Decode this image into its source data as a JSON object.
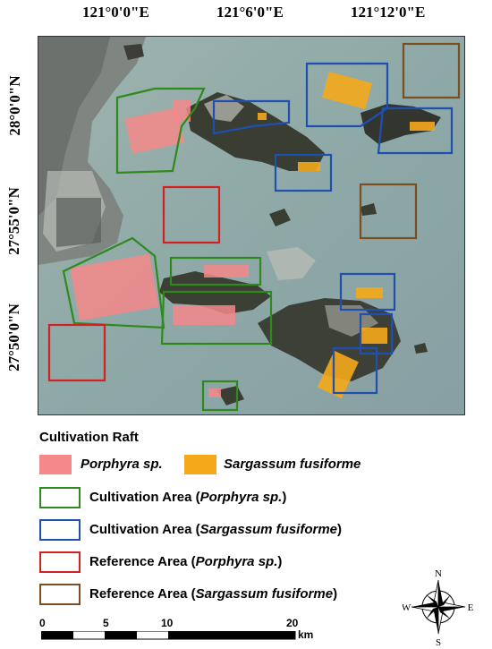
{
  "axes": {
    "longitude_labels": [
      "121°0'0\"E",
      "121°6'0\"E",
      "121°12'0\"E"
    ],
    "latitude_labels": [
      "28°0'0\"N",
      "27°55'0\"N",
      "27°50'0\"N"
    ]
  },
  "legend": {
    "title": "Cultivation Raft",
    "raft_porphyra_label": "Porphyra sp.",
    "raft_sargassum_label": "Sargassum fusiforme",
    "items": [
      {
        "prefix": "Cultivation Area (",
        "species": "Porphyra sp.",
        "suffix": ")"
      },
      {
        "prefix": "Cultivation Area (",
        "species": "Sargassum fusiforme",
        "suffix": ")"
      },
      {
        "prefix": "Reference Area (",
        "species": "Porphyra sp.",
        "suffix": ")"
      },
      {
        "prefix": "Reference Area (",
        "species": "Sargassum fusiforme",
        "suffix": ")"
      }
    ]
  },
  "colors": {
    "porphyra_raft": "#f4888a",
    "sargassum_raft": "#f4a81a",
    "cultivation_porphyra": "#2f8a1e",
    "cultivation_sargassum": "#1f4fb0",
    "reference_porphyra": "#d42020",
    "reference_sargassum": "#7a4e1e",
    "sea": "#8fa8a6"
  },
  "scale_bar": {
    "ticks": [
      "0",
      "5",
      "10",
      "20"
    ],
    "unit": "km"
  },
  "compass": {
    "n": "N",
    "s": "S",
    "e": "E",
    "w": "W"
  }
}
